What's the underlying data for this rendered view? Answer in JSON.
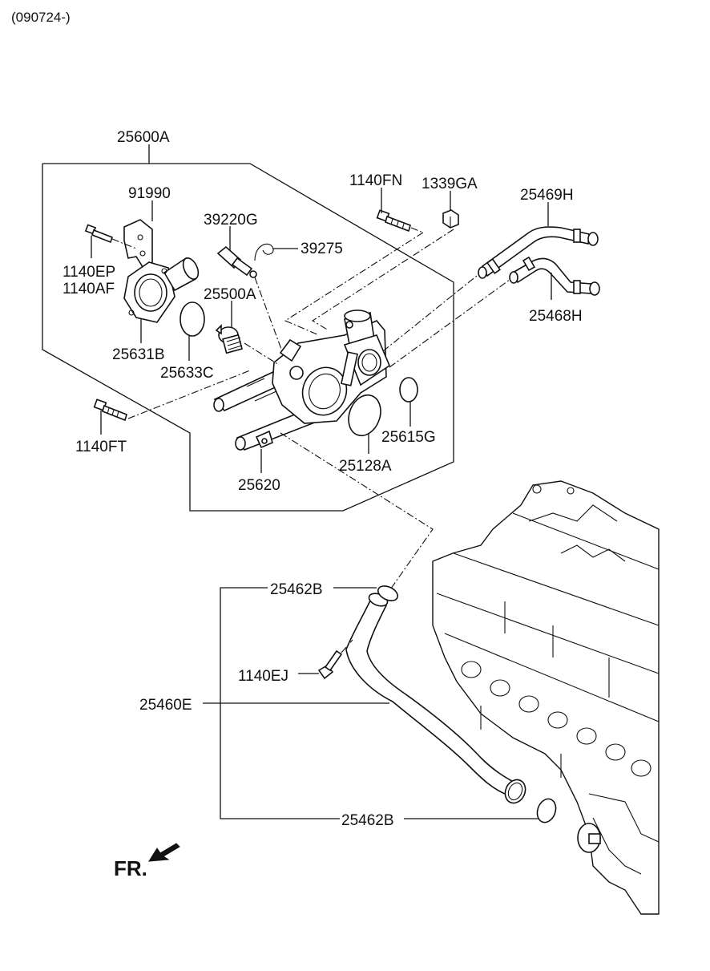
{
  "header": {
    "code": "(090724-)"
  },
  "labels": {
    "assembly": "25600A",
    "bracket": "91990",
    "bolt_ep": "1140EP",
    "bolt_af": "1140AF",
    "sensor": "39220G",
    "clip": "39275",
    "thermostat": "25500A",
    "cover": "25631B",
    "gasket_cover": "25633C",
    "bolt_fn": "1140FN",
    "nut": "1339GA",
    "hose_upper": "25469H",
    "hose_lower": "25468H",
    "gasket_small": "25615G",
    "gasket_large": "25128A",
    "bolt_ft": "1140FT",
    "pipe_fitting": "25620",
    "oring_top": "25462B",
    "bolt_ej": "1140EJ",
    "pipe_assy": "25460E",
    "oring_bottom": "25462B"
  },
  "direction": {
    "text": "FR."
  },
  "icons": {
    "front_arrow": "arrow-down-left-icon"
  }
}
